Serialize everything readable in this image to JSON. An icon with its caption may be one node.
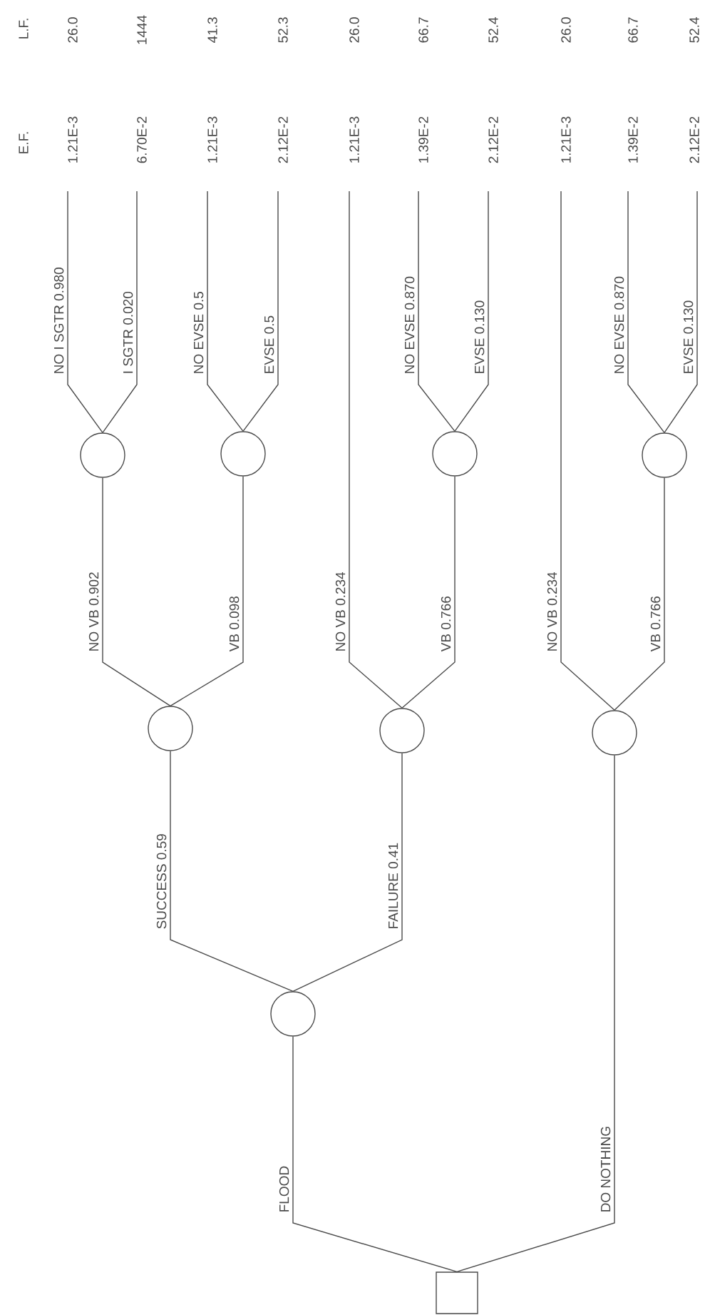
{
  "diagram": {
    "nodes": [
      {
        "text": [],
        "shape": "box"
      },
      {
        "text": [],
        "shape": "circle"
      },
      {
        "text": [],
        "shape": "circle"
      },
      {
        "text": [],
        "shape": "circle"
      },
      {
        "text": [],
        "shape": "circle"
      },
      {
        "text": [],
        "shape": "circle"
      },
      {
        "text": [],
        "shape": "circle"
      },
      {
        "text": [],
        "shape": "circle"
      },
      {
        "text": [],
        "shape": "circle"
      }
    ],
    "edges": [
      {
        "from": 0,
        "to": 1,
        "arrow": "none",
        "label": "FLOOD"
      },
      {
        "from": 0,
        "to": 4,
        "arrow": "none",
        "label": "DO NOTHING"
      },
      {
        "from": 1,
        "to": 2,
        "arrow": "none",
        "label": "SUCCESS 0.59"
      },
      {
        "from": 1,
        "to": 3,
        "arrow": "none",
        "label": "FAILURE 0.41"
      },
      {
        "from": 2,
        "to": 5,
        "arrow": "none",
        "label": "NO VB 0.902"
      },
      {
        "from": 2,
        "to": 6,
        "arrow": "none",
        "label": "VB 0.098"
      },
      {
        "from": 3,
        "to": null,
        "arrow": "none",
        "label": "NO VB 0.234"
      },
      {
        "from": 3,
        "to": 7,
        "arrow": "none",
        "label": "VB 0.766"
      },
      {
        "from": 4,
        "to": null,
        "arrow": "none",
        "label": "NO VB 0.234"
      },
      {
        "from": 4,
        "to": 8,
        "arrow": "none",
        "label": "VB 0.766"
      },
      {
        "from": 5,
        "to": null,
        "arrow": "none",
        "label": "NO I SGTR 0.980"
      },
      {
        "from": 5,
        "to": null,
        "arrow": "none",
        "label": "I SGTR 0.020"
      },
      {
        "from": 6,
        "to": null,
        "arrow": "none",
        "label": "NO EVSE 0.5"
      },
      {
        "from": 6,
        "to": null,
        "arrow": "none",
        "label": "EVSE 0.5"
      },
      {
        "from": 7,
        "to": null,
        "arrow": "none",
        "label": "NO EVSE 0.870"
      },
      {
        "from": 7,
        "to": null,
        "arrow": "none",
        "label": "EVSE 0.130"
      },
      {
        "from": 8,
        "to": null,
        "arrow": "none",
        "label": "NO EVSE 0.870"
      },
      {
        "from": 8,
        "to": null,
        "arrow": "none",
        "label": "EVSE 0.130"
      }
    ],
    "labels": [
      "E.F.",
      "L.F.",
      "1.21E-3",
      "26.0",
      "6.70E-2",
      "1444",
      "1.21E-3",
      "41.3",
      "2.12E-2",
      "52.3",
      "1.21E-3",
      "26.0",
      "1.39E-2",
      "66.7",
      "2.12E-2",
      "52.4",
      "1.21E-3",
      "26.0",
      "1.39E-2",
      "66.7",
      "2.12E-2",
      "52.4"
    ]
  }
}
